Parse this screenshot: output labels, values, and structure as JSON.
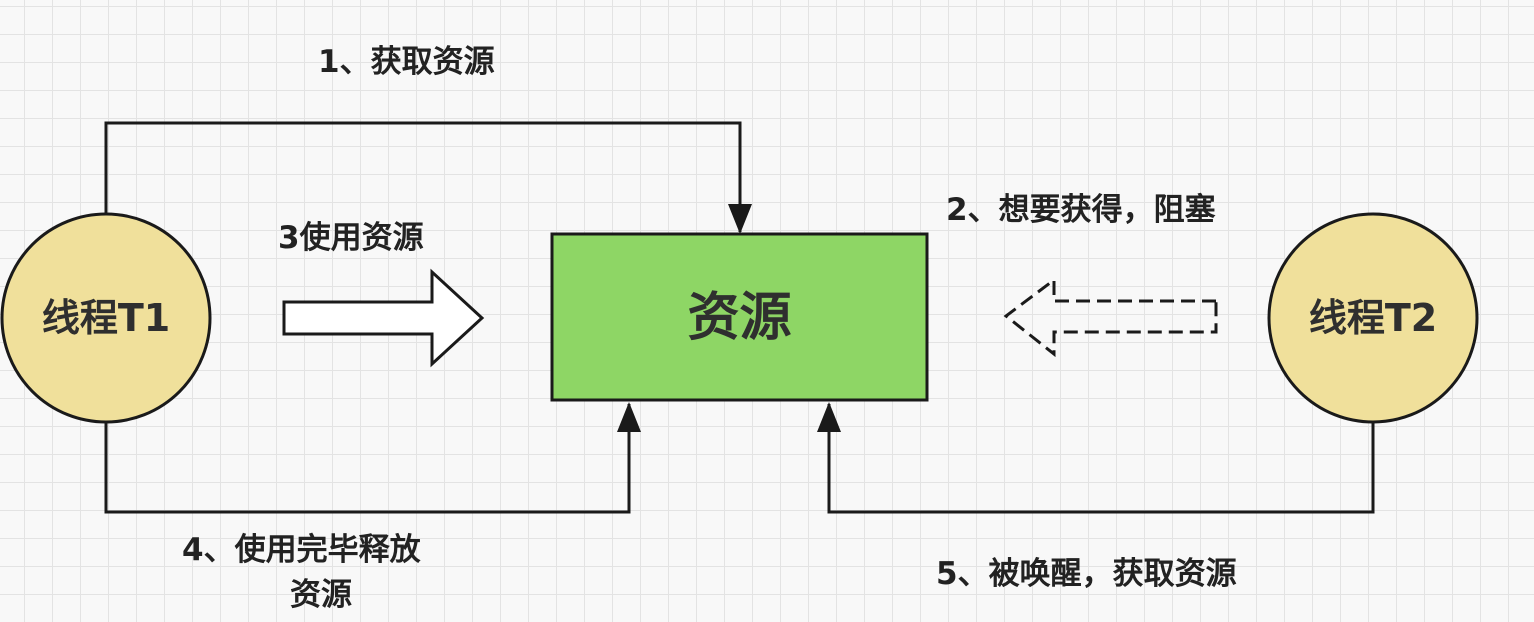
{
  "nodes": {
    "thread_t1": {
      "label": "线程T1"
    },
    "resource": {
      "label": "资源"
    },
    "thread_t2": {
      "label": "线程T2"
    }
  },
  "edges": {
    "step1": {
      "label": "1、获取资源"
    },
    "step2": {
      "label": "2、想要获得，阻塞"
    },
    "step3": {
      "label": "3使用资源"
    },
    "step4": {
      "label_line1": "4、使用完毕释放",
      "label_line2": "资源"
    },
    "step5": {
      "label": "5、被唤醒，获取资源"
    }
  },
  "colors": {
    "thread_fill": "#f0e09b",
    "resource_fill": "#8ed665",
    "stroke": "#1a1a1a",
    "background": "#f8f8f8",
    "grid": "#e3e3e3"
  }
}
